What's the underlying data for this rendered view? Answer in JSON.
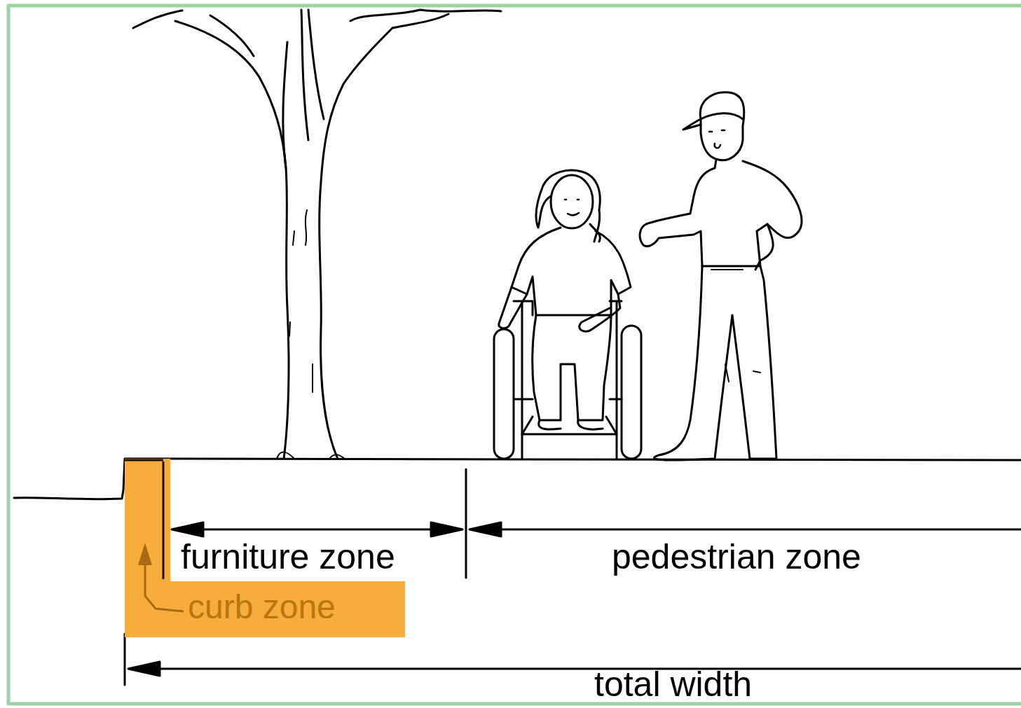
{
  "diagram": {
    "nodes": [
      {
        "text": [
          "curb zone"
        ]
      }
    ],
    "labels": [
      "furniture zone",
      "pedestrian zone",
      "total width"
    ]
  }
}
